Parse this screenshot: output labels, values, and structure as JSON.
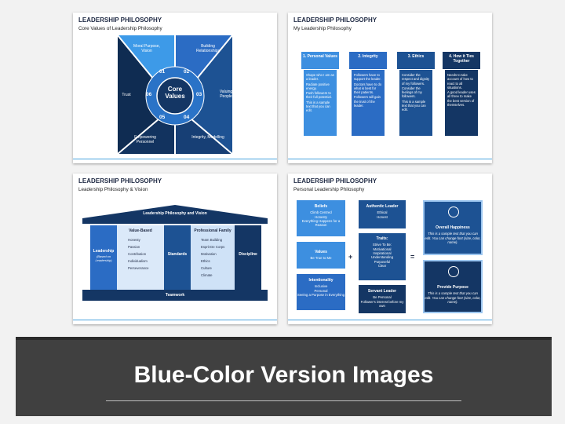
{
  "banner": {
    "title": "Blue-Color Version Images"
  },
  "slide1": {
    "title": "LEADERSHIP PHILOSOPHY",
    "subtitle": "Core Values of Leadership Philosophy",
    "center": "Core Values",
    "numbers": [
      "01",
      "02",
      "03",
      "04",
      "05",
      "06"
    ],
    "labels": [
      "Moral Purpose, Vision",
      "Building Relationships",
      "Valuing People",
      "Integrity, Modelling",
      "Empowering Personnel",
      "Trust"
    ]
  },
  "slide2": {
    "title": "LEADERSHIP PHILOSOPHY",
    "subtitle": "My Leadership Philosophy",
    "ribbons": [
      {
        "head": "1. Personal Values",
        "items": [
          "Shape who I am as a leader.",
          "Radiate positive energy.",
          "Push followers to their full potential.",
          "This is a sample text that you can edit."
        ]
      },
      {
        "head": "2. Integrity",
        "items": [
          "Followers have to support the leader.",
          "Doctors have to do what is best for their patients.",
          "Followers will gain the trust of the leader."
        ]
      },
      {
        "head": "3. Ethics",
        "items": [
          "Consider the respect and dignity of my followers.",
          "Consider the feelings of my followers.",
          "This is a sample text that you can edit."
        ]
      },
      {
        "head": "4. How it Ties Together",
        "items": [
          "Needs to take account of how to react to all situations.",
          "A good leader uses all three to make the best version of themselves."
        ]
      }
    ]
  },
  "slide3": {
    "title": "LEADERSHIP PHILOSOPHY",
    "subtitle": "Leadership Philosophy & Vision",
    "roof": "Leadership Philosophy and Vision",
    "base": "Teamwork",
    "leadership": "Leadership",
    "leadership_note": "(Based on Leadership)",
    "standards": "Standards",
    "discipline": "Discipline",
    "value_based": {
      "head": "Value-Based",
      "items": [
        "Honesty",
        "Passion",
        "Contribution",
        "Individualism",
        "Perseverance"
      ]
    },
    "professional_family": {
      "head": "Professional Family",
      "items": [
        "Team Building",
        "Esprit De Corps",
        "Motivation",
        "Ethics",
        "Culture",
        "Climate"
      ]
    }
  },
  "slide4": {
    "title": "LEADERSHIP PHILOSOPHY",
    "subtitle": "Personal Leadership Philosophy",
    "left": [
      {
        "head": "Beliefs",
        "items": [
          "Climb Centred",
          "Honesty",
          "Everything Happens for a Reason"
        ]
      },
      {
        "head": "Values",
        "items": [
          "Be True to Me"
        ]
      },
      {
        "head": "Intentionality",
        "items": [
          "Inclusive",
          "Personal",
          "Seeing a Purpose in Everything"
        ]
      }
    ],
    "middle": [
      {
        "head": "Authentic Leader",
        "items": [
          "Ethical",
          "Honest"
        ]
      },
      {
        "head": "Traits:",
        "items": [
          "Strive To Be:",
          "Motivational",
          "Inspirational",
          "Understanding",
          "Purposeful",
          "Clear"
        ]
      },
      {
        "head": "Servant Leader",
        "items": [
          "Be Personal",
          "Follower's interest before my own"
        ]
      }
    ],
    "plus": "+",
    "equals": "=",
    "right": [
      {
        "head": "Overall Happiness",
        "text": "This is a sample text that you can edit. You can change font (size, color, name)."
      },
      {
        "head": "Provide Purpose",
        "text": "This is a sample text that you can edit. You can change font (size, color, name)."
      }
    ]
  }
}
